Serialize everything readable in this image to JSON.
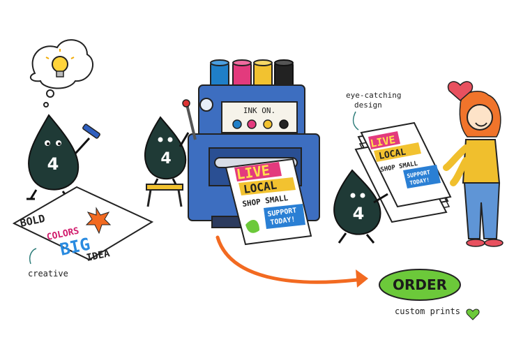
{
  "sketch": {
    "drop_number": "4",
    "left_poster": {
      "line1": "BOLD",
      "line2": "COLORS",
      "line3": "BIG",
      "line4": "IDEA"
    },
    "caption_left": "creative",
    "press": {
      "label": "INK ON.",
      "ink_colors": [
        "#1f7fc8",
        "#e33a7d",
        "#f2c230",
        "#222222"
      ],
      "body_color": "#3d6ec0"
    },
    "printed_poster": {
      "line1": "LIVE",
      "line2": "LOCAL",
      "line3": "SHOP SMALL",
      "line4": "SUPPORT",
      "line5": "TODAY!"
    },
    "caption_right_line1": "eye-catching",
    "caption_right_line2": "design",
    "cta": {
      "label": "ORDER",
      "sub": "custom prints",
      "color": "#6cc93a"
    },
    "colors": {
      "drop": "#1f3a36",
      "arrow": "#f26a21",
      "heart": "#e8515f",
      "woman_shirt": "#f0bf2d",
      "woman_pants": "#5f95d6",
      "hair": "#f0742b"
    }
  }
}
